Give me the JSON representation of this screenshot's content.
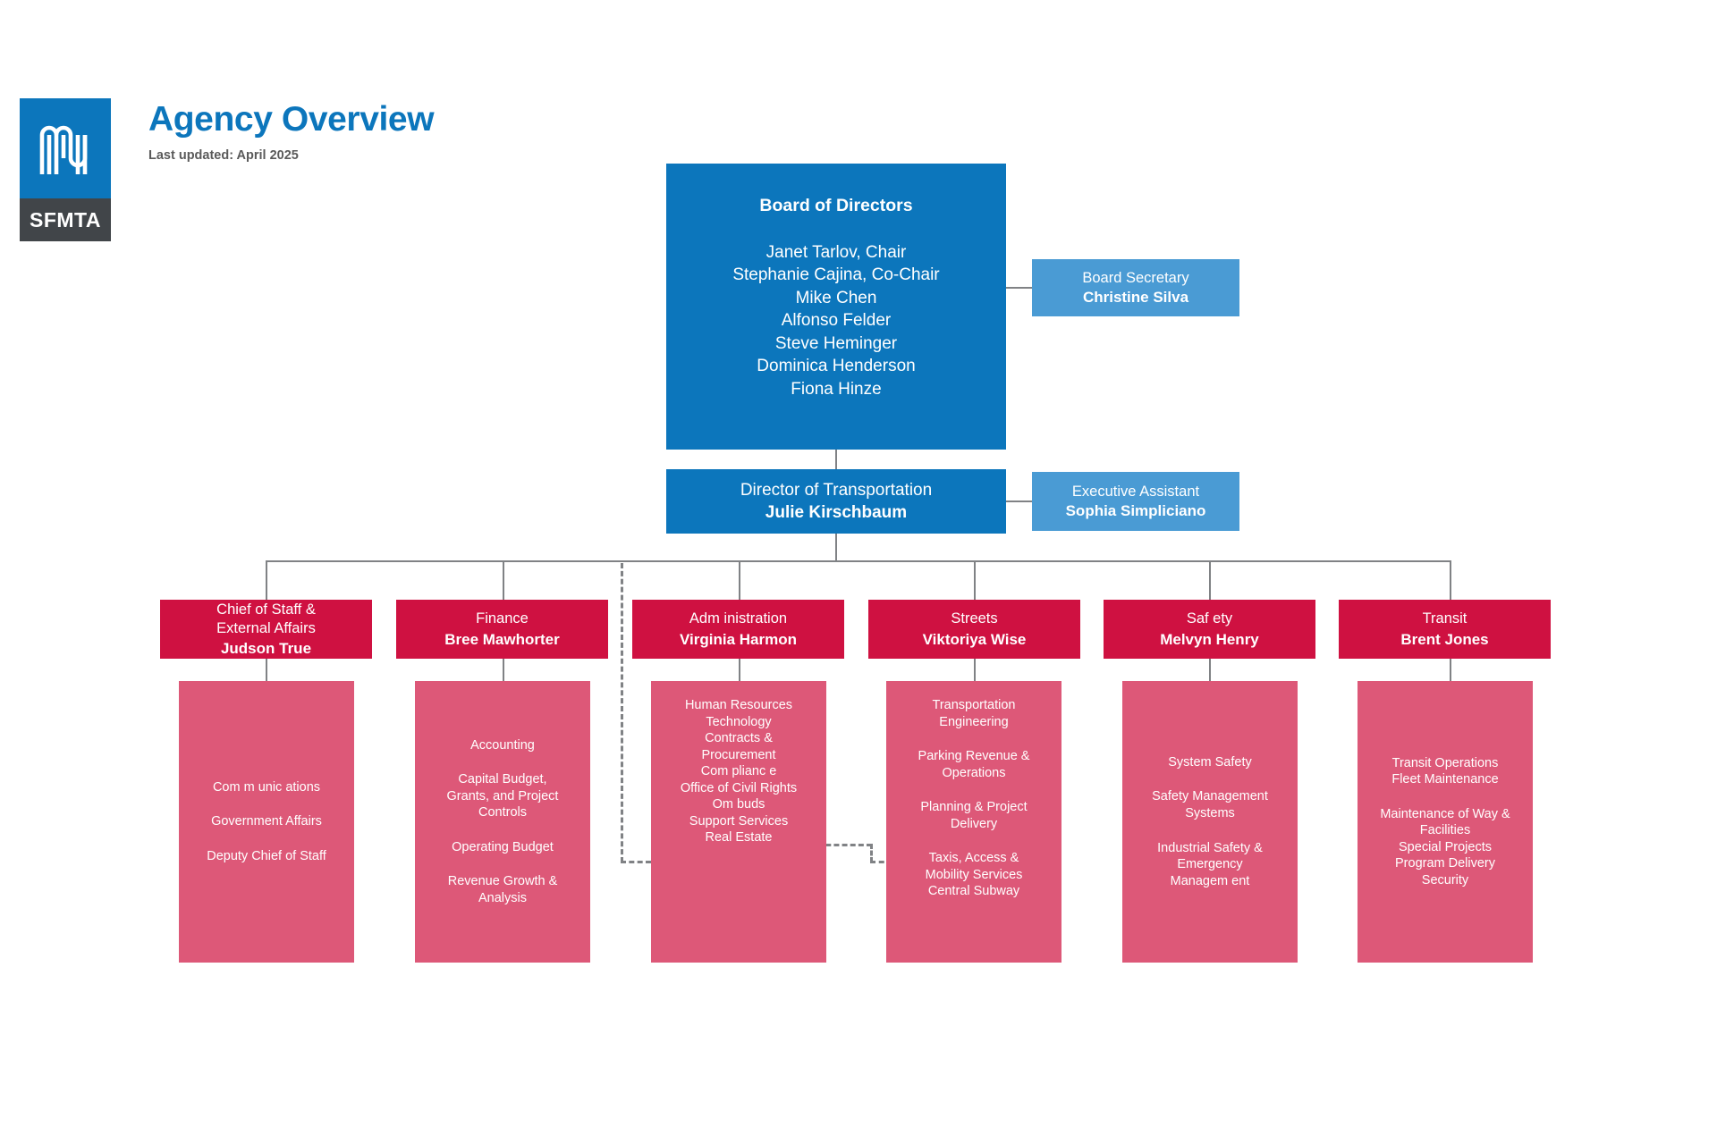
{
  "header": {
    "logo_text": "SFMTA",
    "logo_icon": "sfmta-m-logo",
    "title": "Agency Overview",
    "subtitle": "Last updated: April 2025"
  },
  "colors": {
    "blue_dark": "#0c76bc",
    "blue_light": "#4a9bd4",
    "red_dark": "#cf1141",
    "red_light": "#dd5878",
    "connector": "#808285",
    "logo_bottom": "#414549",
    "title": "#0c76bc",
    "subtitle": "#5a5a5a"
  },
  "board": {
    "title": "Board of Directors",
    "members": [
      "Janet Tarlov, Chair",
      "Stephanie Cajina, Co-Chair",
      "Mike Chen",
      "Alfonso Felder",
      "Steve Heminger",
      "Dominica Henderson",
      "Fiona Hinze"
    ]
  },
  "board_secretary": {
    "role": "Board Secretary",
    "name": "Christine Silva"
  },
  "director": {
    "role": "Director of Transportation",
    "name": "Julie Kirschbaum"
  },
  "executive_assistant": {
    "role": "Executive Assistant",
    "name": "Sophia Simpliciano"
  },
  "divisions": [
    {
      "dept": "Chief of Staff &\nExternal Affairs",
      "dept_lines": [
        "Chief of Staff &",
        "External Affairs"
      ],
      "lead": "Judson True",
      "groups": [
        [
          "Com m unic ations"
        ],
        [
          "Government Affairs"
        ],
        [
          "Deputy Chief of Staff"
        ]
      ]
    },
    {
      "dept": "Finance",
      "dept_lines": [
        "Finance"
      ],
      "lead": "Bree Mawhorter",
      "groups": [
        [
          "Accounting"
        ],
        [
          "Capital Budget,",
          "Grants, and Project",
          "Controls"
        ],
        [
          "Operating Budget"
        ],
        [
          "Revenue Growth &",
          "Analysis"
        ]
      ]
    },
    {
      "dept": "Adm inistration",
      "dept_lines": [
        "Adm inistration"
      ],
      "lead": "Virginia Harmon",
      "groups": [
        [
          "Human Resources"
        ],
        [
          "Technology"
        ],
        [
          "Contracts &",
          "Procurement"
        ],
        [
          "Com plianc e"
        ],
        [
          "Office of Civil Rights"
        ],
        [
          "Om buds"
        ],
        [
          "Support Services"
        ],
        [
          "Real Estate"
        ]
      ]
    },
    {
      "dept": "Streets",
      "dept_lines": [
        "Streets"
      ],
      "lead": "Viktoriya Wise",
      "groups": [
        [
          "Transportation",
          "Engineering"
        ],
        [
          "Parking Revenue &",
          "Operations"
        ],
        [
          "Planning & Project",
          "Delivery"
        ],
        [
          "Taxis, Access &",
          "Mobility Services",
          "Central Subway"
        ]
      ]
    },
    {
      "dept": "Saf ety",
      "dept_lines": [
        "Saf ety"
      ],
      "lead": "Melvyn Henry",
      "groups": [
        [
          "System Safety"
        ],
        [
          "Safety Management",
          "Systems"
        ],
        [
          "Industrial Safety &",
          "Emergency",
          "Managem ent"
        ]
      ]
    },
    {
      "dept": "Transit",
      "dept_lines": [
        "Transit"
      ],
      "lead": "Brent Jones",
      "groups": [
        [
          "Transit  Operations",
          "Fleet Maintenance"
        ],
        [
          "Maintenance of Way &",
          "Facilities",
          "Special Projects",
          "Program Delivery",
          "Security"
        ]
      ]
    }
  ]
}
